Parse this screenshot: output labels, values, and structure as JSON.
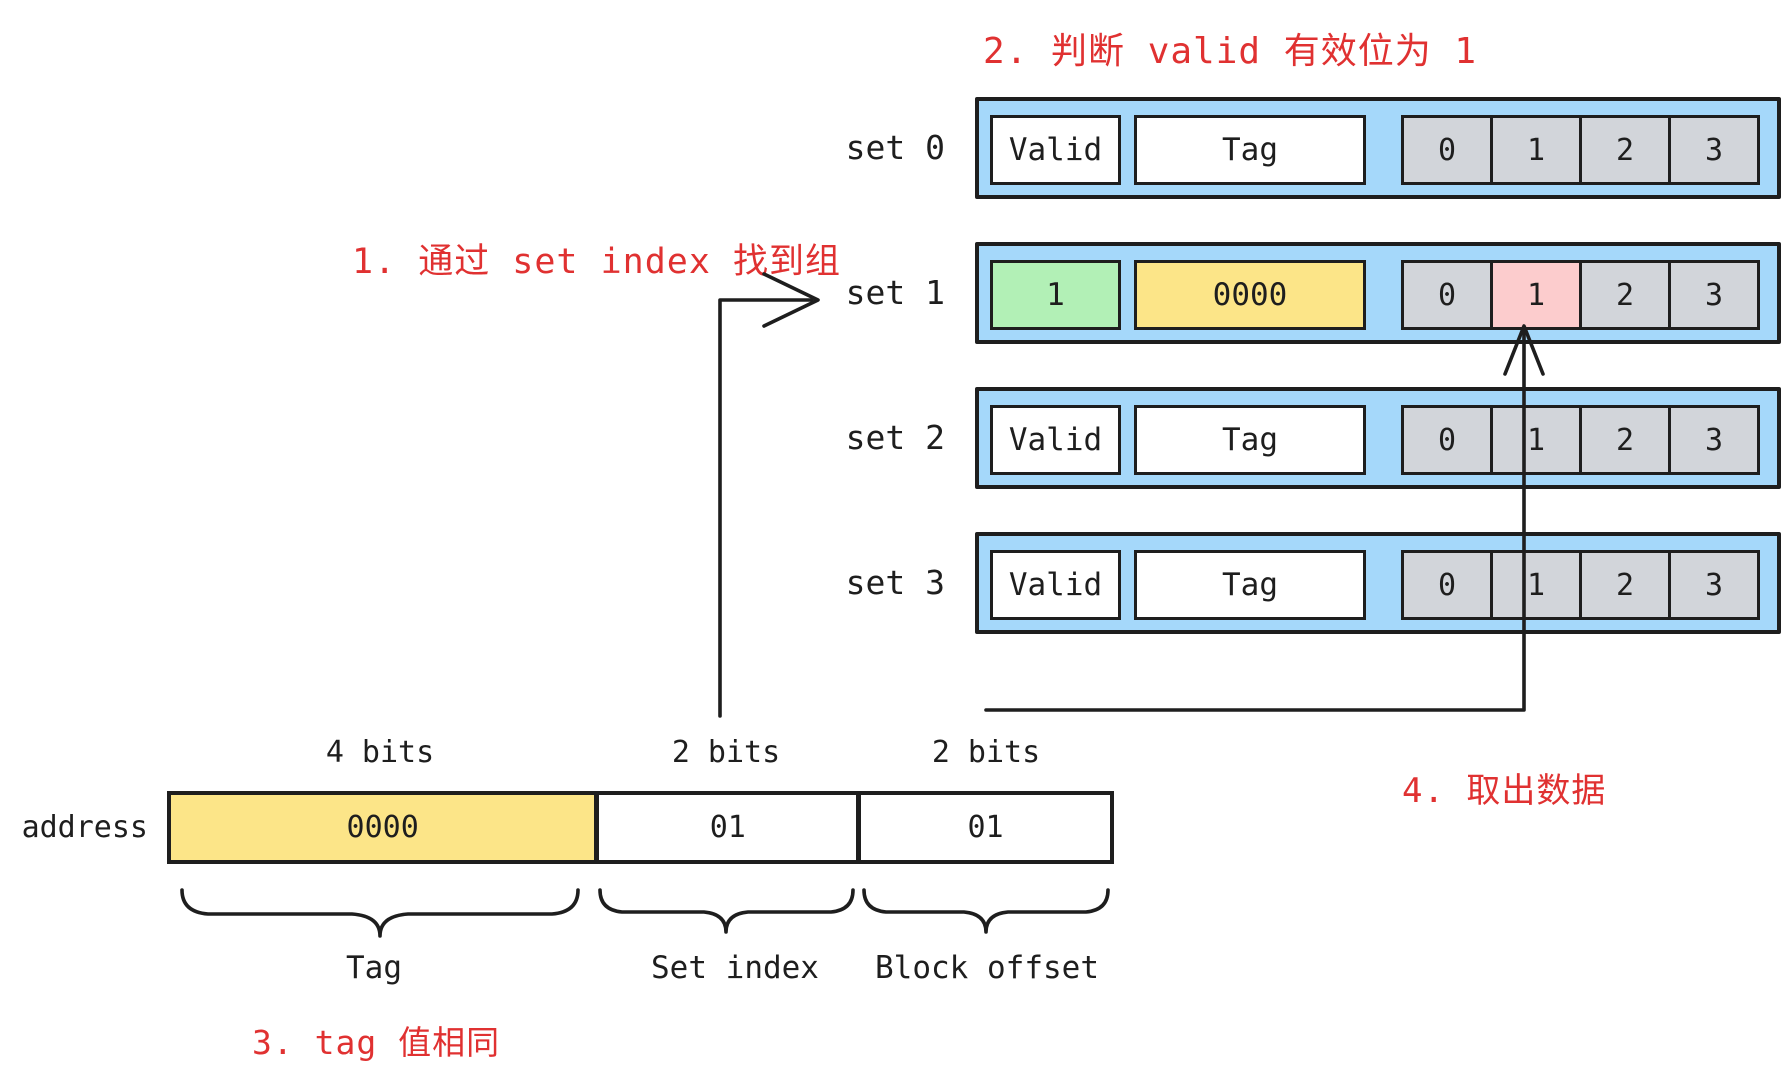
{
  "annotations": {
    "step1": "1. 通过 set index 找到组",
    "step2": "2. 判断 valid 有效位为 1",
    "step3": "3. tag 值相同",
    "step4": "4. 取出数据"
  },
  "cache": {
    "sets": [
      {
        "label": "set 0",
        "valid": "Valid",
        "tag": "Tag",
        "blocks": [
          "0",
          "1",
          "2",
          "3"
        ]
      },
      {
        "label": "set 1",
        "valid": "1",
        "tag": "0000",
        "blocks": [
          "0",
          "1",
          "2",
          "3"
        ],
        "highlighted_block": "1"
      },
      {
        "label": "set 2",
        "valid": "Valid",
        "tag": "Tag",
        "blocks": [
          "0",
          "1",
          "2",
          "3"
        ]
      },
      {
        "label": "set 3",
        "valid": "Valid",
        "tag": "Tag",
        "blocks": [
          "0",
          "1",
          "2",
          "3"
        ]
      }
    ]
  },
  "address": {
    "label": "address",
    "fields": [
      {
        "bits": "4 bits",
        "value": "0000",
        "name": "Tag"
      },
      {
        "bits": "2 bits",
        "value": "01",
        "name": "Set index"
      },
      {
        "bits": "2 bits",
        "value": "01",
        "name": "Block offset"
      }
    ]
  },
  "colors": {
    "row_background": "#a5d8fa",
    "valid_hit_green": "#b2f0b6",
    "tag_hit_yellow": "#fce588",
    "block_hit_pink": "#fccccd",
    "block_gray": "#d2d5da",
    "annotation_red": "#e03131",
    "stroke": "#1e1e1e"
  }
}
